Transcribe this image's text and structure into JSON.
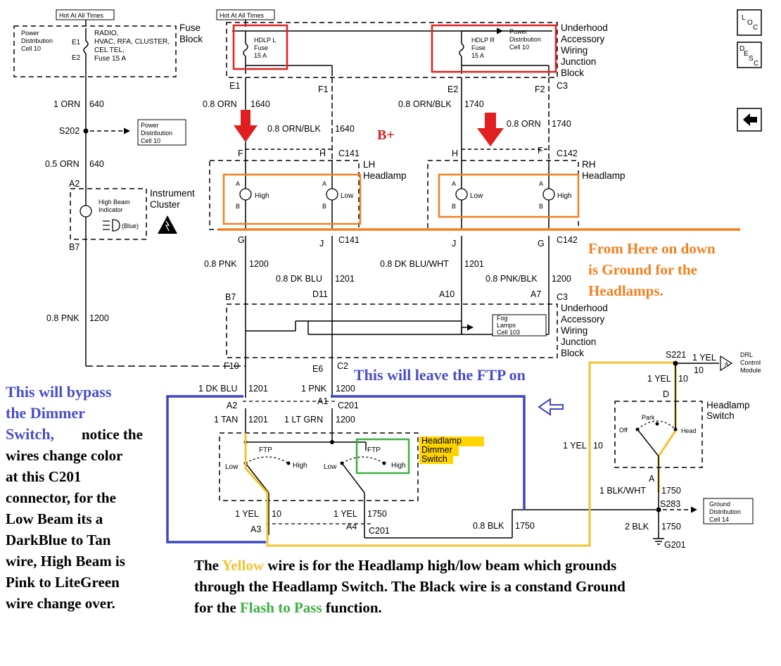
{
  "header": {
    "hot_at_all_times_left": "Hot At All Times",
    "hot_at_all_times_right": "Hot At All Times"
  },
  "fuse_block": {
    "label_1": "Fuse",
    "label_2": "Block",
    "power_dist": [
      "Power",
      "Distribution",
      "Cell 10"
    ],
    "e1": "E1",
    "e2": "E2",
    "fuse_desc": [
      "RADIO,",
      "HVAC, RFA, CLUSTER,",
      "CEL TEL,",
      "Fuse 15 A"
    ]
  },
  "underhood_top": {
    "label": [
      "Underhood",
      "Accessory",
      "Wiring",
      "Junction",
      "Block"
    ],
    "hdlp_l": [
      "HDLP L",
      "Fuse",
      "15 A"
    ],
    "hdlp_r": [
      "HDLP R",
      "Fuse",
      "15 A"
    ],
    "power_dist": [
      "Power",
      "Distribution",
      "Cell 10"
    ],
    "pins": [
      "E1",
      "F1",
      "E2",
      "F2",
      "C3"
    ]
  },
  "wires_upper": {
    "w_1_orn": "1 ORN",
    "w_1_orn_num": "640",
    "s202": "S202",
    "s202_dest": [
      "Power",
      "Distribution",
      "Cell 10"
    ],
    "w_05_orn": "0.5 ORN",
    "w_05_orn_num": "640",
    "w_08_orn_1640": "0.8 ORN",
    "w_08_orn_1640_num": "1640",
    "w_08_ornblk_1640": "0.8 ORN/BLK",
    "w_08_ornblk_1640_num": "1640",
    "w_08_ornblk_1740": "0.8 ORN/BLK",
    "w_08_ornblk_1740_num": "1740",
    "w_08_orn_1740": "0.8 ORN",
    "w_08_orn_1740_num": "1740",
    "b_plus": "B+"
  },
  "lh_headlamp": {
    "label": [
      "LH",
      "Headlamp"
    ],
    "pin_f": "F",
    "pin_h": "H",
    "c141": "C141",
    "high": "High",
    "low": "Low",
    "pin_g": "G",
    "pin_j": "J",
    "c141_b": "C141"
  },
  "rh_headlamp": {
    "label": [
      "RH",
      "Headlamp"
    ],
    "pin_h": "H",
    "pin_f": "F",
    "c142": "C142",
    "low": "Low",
    "high": "High",
    "pin_j": "J",
    "pin_g": "G",
    "c142_b": "C142"
  },
  "lamp_pins": {
    "a": "A",
    "b": "B"
  },
  "cluster": {
    "pin_a2": "A2",
    "pin_b7": "B7",
    "indicator": [
      "High Beam",
      "Indicator"
    ],
    "blue": "(Blue)",
    "label": [
      "Instrument",
      "Cluster"
    ]
  },
  "wires_middle": {
    "w_pnk_1200": "0.8 PNK",
    "w_pnk_1200_num": "1200",
    "w_dkblu_1201": "0.8 DK BLU",
    "w_dkblu_1201_num": "1201",
    "w_dkbluwht_1201": "0.8 DK BLU/WHT",
    "w_dkbluwht_1201_num": "1201",
    "w_pnkblk_1200": "0.8 PNK/BLK",
    "w_pnkblk_1200_num": "1200",
    "w_pnk_left": "0.8 PNK",
    "w_pnk_left_num": "1200"
  },
  "underhood_mid": {
    "pins": [
      "B7",
      "D11",
      "A10",
      "A7",
      "C3"
    ],
    "fog": [
      "Fog",
      "Lamps",
      "Cell 103"
    ],
    "label": [
      "Underhood",
      "Accessory",
      "Wiring",
      "Junction",
      "Block"
    ],
    "pin_f10": "F10",
    "pin_e6": "E6",
    "c2": "C2"
  },
  "dimmer_area": {
    "w_1dkblu": "1 DK BLU",
    "w_1dkblu_num": "1201",
    "w_1pnk": "1 PNK",
    "w_1pnk_num": "1200",
    "pin_a2": "A2",
    "pin_a1": "A1",
    "c201": "C201",
    "w_1tan": "1 TAN",
    "w_1tan_num": "1201",
    "w_1ltgrn": "1 LT GRN",
    "w_1ltgrn_num": "1200",
    "label": [
      "Headlamp",
      "Dimmer",
      "Switch"
    ],
    "ftp_left": "FTP",
    "ftp_right": "FTP",
    "low_left": "Low",
    "high_left": "High",
    "low_right": "Low",
    "high_right": "High",
    "w_1yel_10": "1 YEL",
    "w_1yel_10_num": "10",
    "w_1yel_1750": "1 YEL",
    "w_1yel_1750_num": "1750",
    "pin_a3": "A3",
    "pin_a4": "A4",
    "c201_b": "C201",
    "w_08blk": "0.8 BLK",
    "w_08blk_num": "1750"
  },
  "headlamp_switch": {
    "s221": "S221",
    "w_1yel_top": "1 YEL",
    "w_1yel_top_num": "10",
    "drl": [
      "DRL",
      "Control",
      "Module"
    ],
    "w_1yel_mid": "1 YEL",
    "w_1yel_mid_num": "10",
    "pin_d": "D",
    "label": [
      "Headlamp",
      "Switch"
    ],
    "park": "Park",
    "off": "Off",
    "head": "Head",
    "w_1yel_left": "1 YEL",
    "w_1yel_left_num": "10",
    "pin_a": "A",
    "w_blkwht": "1 BLK/WHT",
    "w_blkwht_num": "1750",
    "s283": "S283",
    "ground_dist": [
      "Ground",
      "Distribution",
      "Cell 14"
    ],
    "w_2blk": "2 BLK",
    "w_2blk_num": "1750",
    "g201": "G201"
  },
  "nav": {
    "loc": "LOC",
    "desc": "DESC"
  },
  "annotations": {
    "from_here": [
      "From Here on down",
      "is Ground for the",
      "Headlamps."
    ],
    "leave_ftp": "This will leave the FTP on",
    "bypass": [
      "This will bypass",
      "the Dimmer",
      "Switch,"
    ],
    "bypass_rest": [
      "notice the",
      "wires change color",
      "at this C201",
      "connector, for the",
      "Low Beam its a",
      "DarkBlue to Tan",
      "wire, High Beam is",
      "Pink to LiteGreen",
      "wire change over."
    ],
    "bottom_1a": "The ",
    "bottom_1b": "Yellow",
    "bottom_1c": " wire is for the Headlamp high/low beam which grounds",
    "bottom_2": "through the Headlamp Switch. The Black wire is a constand Ground",
    "bottom_3a": "for the ",
    "bottom_3b": "Flash to Pass",
    "bottom_3c": " function."
  },
  "colors": {
    "red": "#e02020",
    "orange": "#f08020",
    "blue": "#3d45c4",
    "yellow": "#f1c232",
    "green": "#3cb043",
    "black": "#000000"
  }
}
